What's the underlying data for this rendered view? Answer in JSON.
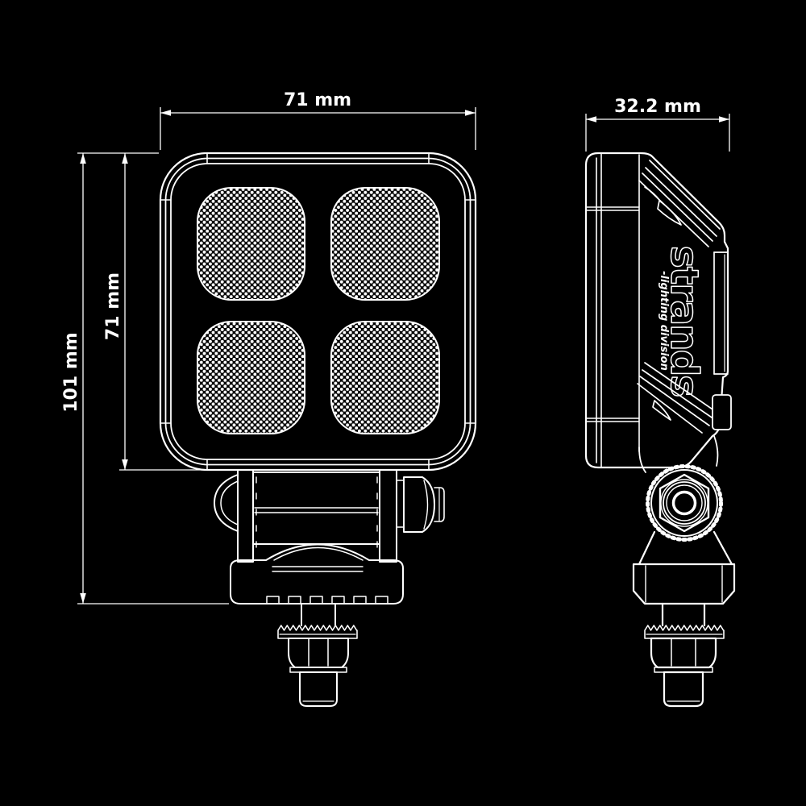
{
  "drawing": {
    "background": "#000000",
    "line_color": "#ffffff",
    "dimensions": {
      "front_width": "71 mm",
      "front_inner_height": "71 mm",
      "front_total_height": "101 mm",
      "side_depth": "32.2 mm"
    },
    "branding": {
      "logo": "strands",
      "tagline": "-lighting division"
    }
  }
}
